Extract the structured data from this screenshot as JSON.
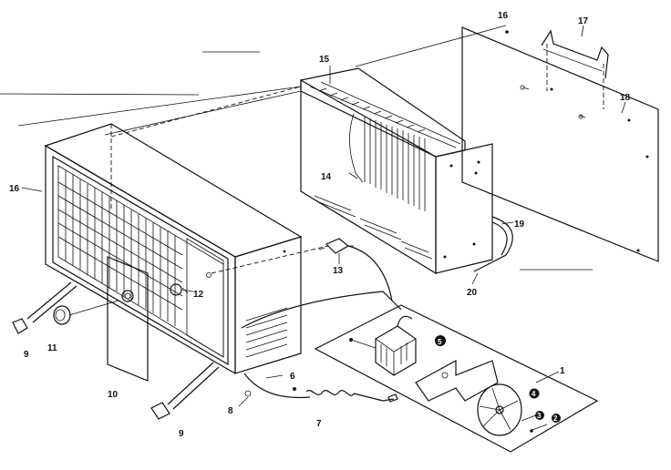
{
  "callouts": {
    "c1": "1",
    "c2": "2",
    "c3": "3",
    "c4": "4",
    "c5": "5",
    "c6": "6",
    "c7": "7",
    "c8": "8",
    "c9a": "9",
    "c9b": "9",
    "c10": "10",
    "c11": "11",
    "c12": "12",
    "c13": "13",
    "c14": "14",
    "c15": "15",
    "c16a": "16",
    "c16b": "16",
    "c17": "17",
    "c18": "18",
    "c19": "19",
    "c20": "20"
  }
}
